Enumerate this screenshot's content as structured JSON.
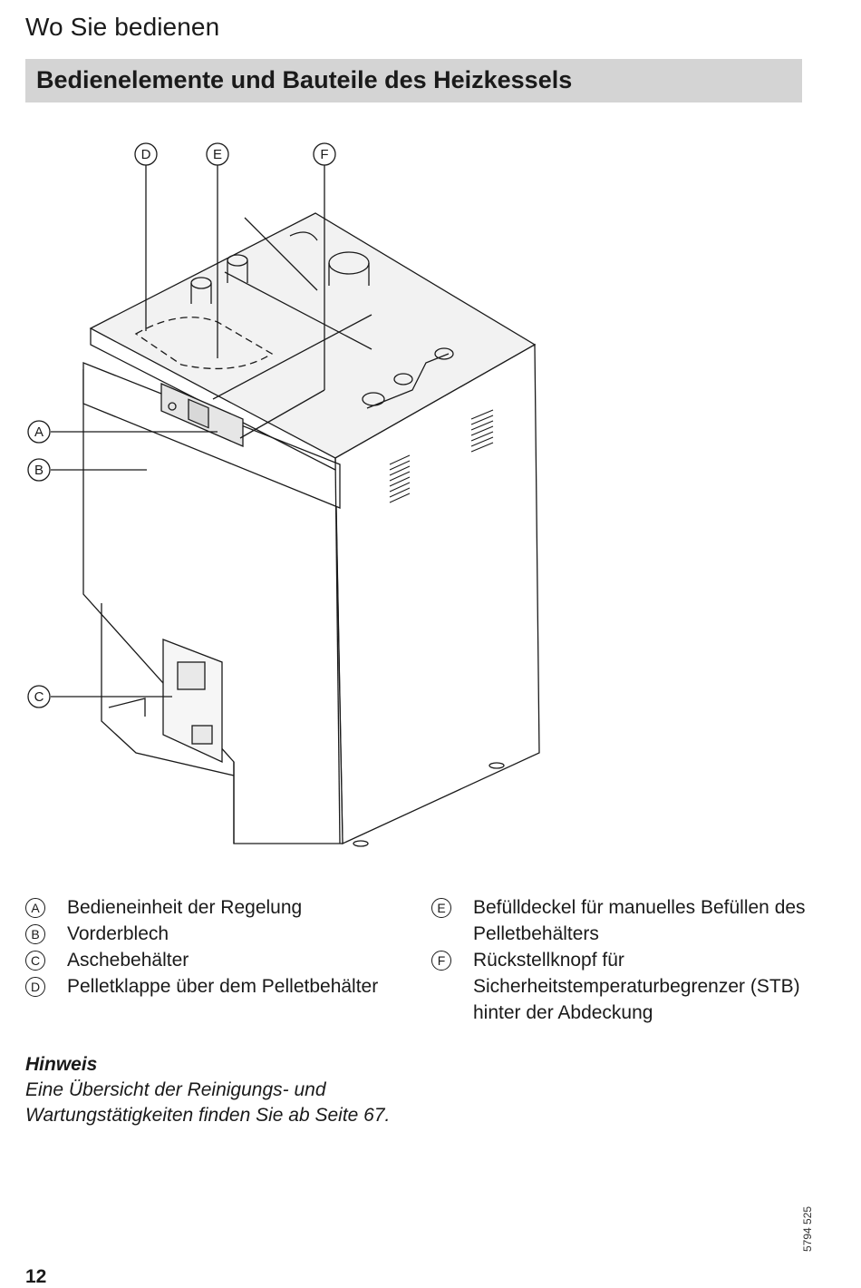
{
  "header": {
    "title": "Wo Sie bedienen"
  },
  "section": {
    "title": "Bedienelemente und Bauteile des Heizkessels"
  },
  "figure": {
    "callouts": [
      "A",
      "B",
      "C",
      "D",
      "E",
      "F"
    ]
  },
  "legend": {
    "left": [
      {
        "key": "A",
        "text": "Bedieneinheit der Regelung"
      },
      {
        "key": "B",
        "text": "Vorderblech"
      },
      {
        "key": "C",
        "text": "Aschebehälter"
      },
      {
        "key": "D",
        "text": "Pelletklappe über dem Pelletbehälter"
      }
    ],
    "right": [
      {
        "key": "E",
        "text": "Befülldeckel für manuelles Befüllen des Pelletbehälters"
      },
      {
        "key": "F",
        "text": "Rückstellknopf für Sicherheitstemperaturbegrenzer (STB) hinter der Abdeckung"
      }
    ]
  },
  "note": {
    "title": "Hinweis",
    "text": "Eine Übersicht der Reinigungs- und Wartungstätigkeiten finden Sie ab Seite 67."
  },
  "footer": {
    "doc_number": "5794 525",
    "page_number": "12"
  }
}
